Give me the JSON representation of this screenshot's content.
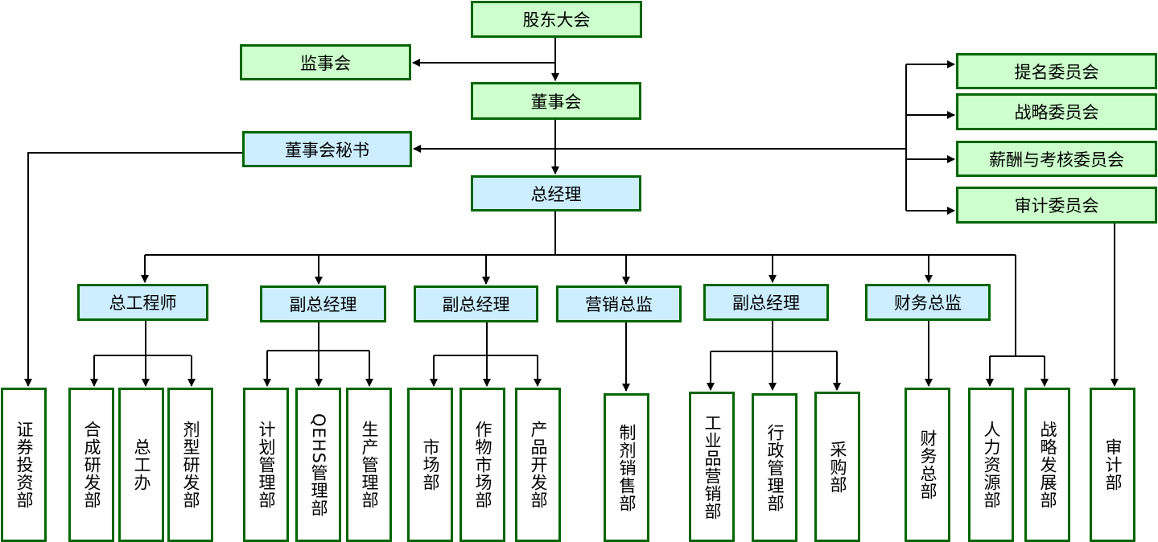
{
  "colors": {
    "green_fill": "#ccffcc",
    "blue_fill": "#cceeff",
    "border": "#006600",
    "line": "#000000"
  },
  "top": {
    "shareholders": "股东大会",
    "supervisors": "监事会",
    "board": "董事会",
    "board_secretary": "董事会秘书",
    "general_manager": "总经理"
  },
  "committees": [
    "提名委员会",
    "战略委员会",
    "薪酬与考核委员会",
    "审计委员会"
  ],
  "executives": [
    "总工程师",
    "副总经理",
    "副总经理",
    "营销总监",
    "副总经理",
    "财务总监"
  ],
  "departments": [
    "证券投资部",
    "合成研发部",
    "总工办",
    "剂型研发部",
    "计划管理部",
    "QEHS管理部",
    "生产管理部",
    "市场部",
    "作物市场部",
    "产品开发部",
    "制剂销售部",
    "工业品营销部",
    "行政管理部",
    "采购部",
    "财务总部",
    "人力资源部",
    "战略发展部",
    "审计部"
  ]
}
